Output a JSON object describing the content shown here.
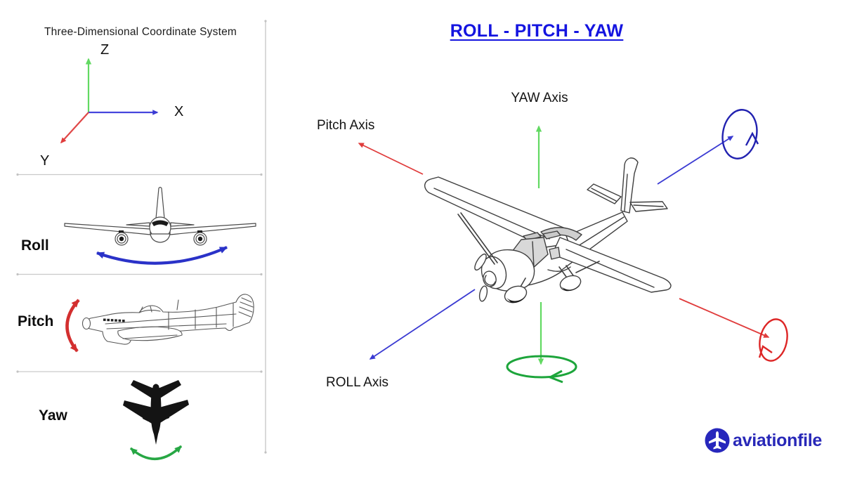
{
  "left_panel": {
    "title": "Three-Dimensional Coordinate System",
    "axis_labels": {
      "z": "Z",
      "x": "X",
      "y": "Y"
    },
    "rows": [
      {
        "label": "Roll"
      },
      {
        "label": "Pitch"
      },
      {
        "label": "Yaw"
      }
    ]
  },
  "main_panel": {
    "title": "ROLL - PITCH - YAW",
    "labels": {
      "yaw": "YAW Axis",
      "pitch": "Pitch Axis",
      "roll": "ROLL Axis"
    }
  },
  "logo": {
    "text": "aviationfile"
  },
  "colors": {
    "x_axis_blue": "#4646dd",
    "y_axis_red": "#e04848",
    "z_axis_green": "#62d962",
    "roll_blue": "#2a32c8",
    "roll_ring_blue": "#2222b0",
    "pitch_red": "#d32f2f",
    "pitch_ring_red": "#dd2626",
    "yaw_green": "#27a744",
    "yaw_ring_green": "#1da53b",
    "yaw_light_green": "#62d962",
    "title_blue": "#1414e0",
    "logo_blue": "#2727bc",
    "divider_gray": "#c9c9c9"
  }
}
